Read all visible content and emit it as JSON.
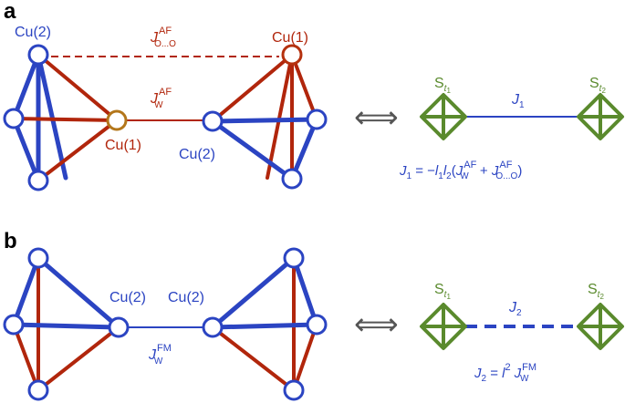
{
  "colors": {
    "blue": "#2b44c2",
    "red": "#b1260c",
    "node_red": "#b5310e",
    "node_orange": "#b3761a",
    "green": "#5a8a2d",
    "arrow": "#555555",
    "black": "#000000"
  },
  "panel_a": {
    "letter": "a",
    "cu2_top_left": "Cu(2)",
    "cu1_top_right": "Cu(1)",
    "cu1_center": "Cu(1)",
    "cu2_center": "Cu(2)",
    "j_oo": {
      "base": "J",
      "sup": "AF",
      "sub": "O...O"
    },
    "j_w": {
      "base": "J",
      "sup": "AF",
      "sub": "W"
    },
    "spin_left": {
      "base": "S",
      "sub": "t",
      "sub_num": "1"
    },
    "spin_right": {
      "base": "S",
      "sub": "t",
      "sub_num": "2"
    },
    "bond_label": {
      "base": "J",
      "sub": "1"
    },
    "formula": {
      "lhs_base": "J",
      "lhs_sub": "1",
      "eq": " = −",
      "l1": "l",
      "l1_sub": "1",
      "l2": "l",
      "l2_sub": "2",
      "open": "(",
      "t1_base": "J",
      "t1_sup": "AF",
      "t1_sub": "W",
      "plus": " + ",
      "t2_base": "J",
      "t2_sup": "AF",
      "t2_sub": "O...O",
      "close": ")"
    }
  },
  "panel_b": {
    "letter": "b",
    "cu2_left": "Cu(2)",
    "cu2_right": "Cu(2)",
    "j_fm": {
      "base": "J",
      "sup": "FM",
      "sub": "W"
    },
    "spin_left": {
      "base": "S",
      "sub": "t",
      "sub_num": "1"
    },
    "spin_right": {
      "base": "S",
      "sub": "t",
      "sub_num": "2"
    },
    "bond_label": {
      "base": "J",
      "sub": "2"
    },
    "formula": {
      "lhs_base": "J",
      "lhs_sub": "2",
      "eq": " = ",
      "l": "l",
      "l_sup": "2",
      "rhs_base": "J",
      "rhs_sup": "FM",
      "rhs_sub": "W"
    }
  },
  "equivalence_symbol": "⟺"
}
